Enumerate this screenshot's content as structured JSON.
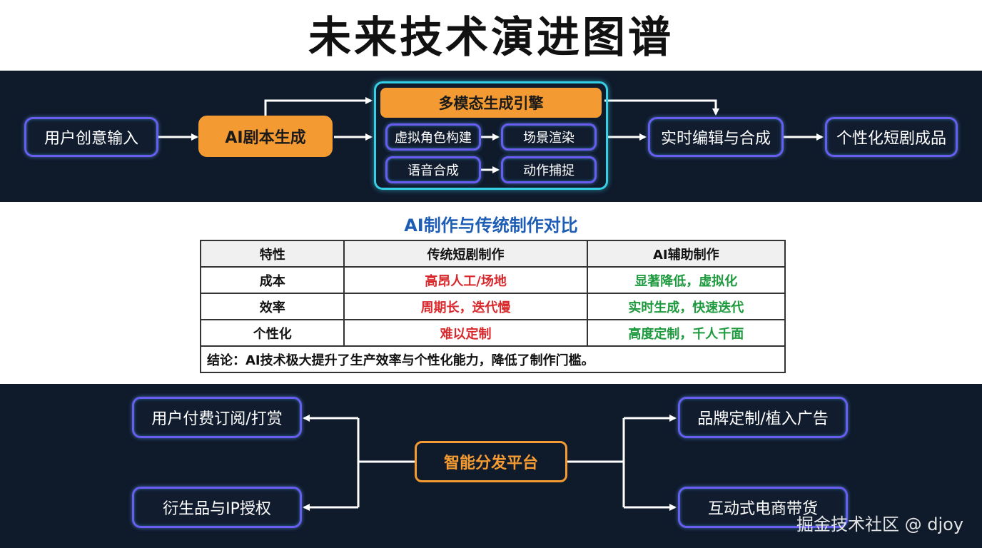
{
  "title": "未来技术演进图谱",
  "top_flow": {
    "input": "用户创意输入",
    "script": "AI剧本生成",
    "engine": "多模态生成引擎",
    "engine_items": [
      "虚拟角色构建",
      "场景渲染",
      "语音合成",
      "动作捕捉"
    ],
    "edit": "实时编辑与合成",
    "output": "个性化短剧成品"
  },
  "comparison": {
    "title": "AI制作与传统制作对比",
    "headers": [
      "特性",
      "传统短剧制作",
      "AI辅助制作"
    ],
    "rows": [
      {
        "feature": "成本",
        "traditional": "高昂人工/场地",
        "ai": "显著降低，虚拟化"
      },
      {
        "feature": "效率",
        "traditional": "周期长，迭代慢",
        "ai": "实时生成，快速迭代"
      },
      {
        "feature": "个性化",
        "traditional": "难以定制",
        "ai": "高度定制，千人千面"
      }
    ],
    "conclusion": "结论：AI技术极大提升了生产效率与个性化能力，降低了制作门槛。"
  },
  "distribution": {
    "center": "智能分发平台",
    "left": [
      "用户付费订阅/打赏",
      "衍生品与IP授权"
    ],
    "right": [
      "品牌定制/植入广告",
      "互动式电商带货"
    ]
  },
  "watermark": "掘金技术社区 @ djoy",
  "colors": {
    "dark_band": "#0f1a2b",
    "orange": "#f39a32",
    "node_border": "#6a5cf0",
    "group_border": "#36d0e6",
    "title_blue": "#1e5db5",
    "red": "#d8282c",
    "green": "#1e9a3e"
  }
}
